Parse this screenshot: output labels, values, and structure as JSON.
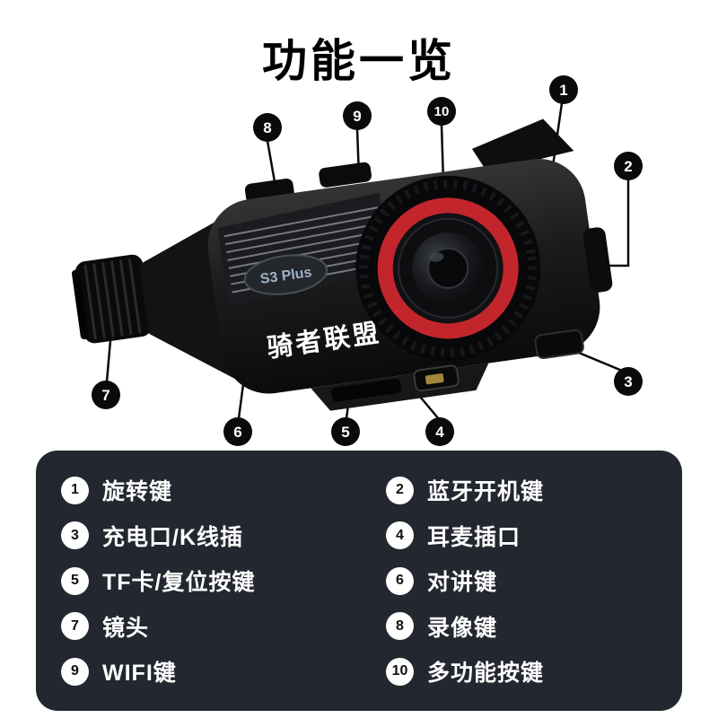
{
  "title": "功能一览",
  "product": {
    "badge": "S3 Plus",
    "brand": "骑者联盟"
  },
  "callouts": [
    {
      "num": "1"
    },
    {
      "num": "2"
    },
    {
      "num": "3"
    },
    {
      "num": "4"
    },
    {
      "num": "5"
    },
    {
      "num": "6"
    },
    {
      "num": "7"
    },
    {
      "num": "8"
    },
    {
      "num": "9"
    },
    {
      "num": "10"
    }
  ],
  "legend": {
    "items": [
      {
        "num": "1",
        "label": "旋转键"
      },
      {
        "num": "2",
        "label": "蓝牙开机键"
      },
      {
        "num": "3",
        "label": "充电口/K线插"
      },
      {
        "num": "4",
        "label": "耳麦插口"
      },
      {
        "num": "5",
        "label": "TF卡/复位按键"
      },
      {
        "num": "6",
        "label": "对讲键"
      },
      {
        "num": "7",
        "label": "镜头"
      },
      {
        "num": "8",
        "label": "录像键"
      },
      {
        "num": "9",
        "label": "WIFI键"
      },
      {
        "num": "10",
        "label": "多功能按键"
      }
    ]
  },
  "colors": {
    "accent_red": "#c2262c",
    "panel_bg": "#23272f",
    "callout_bg": "#0a0a0a",
    "legend_circle_bg": "#ffffff"
  }
}
